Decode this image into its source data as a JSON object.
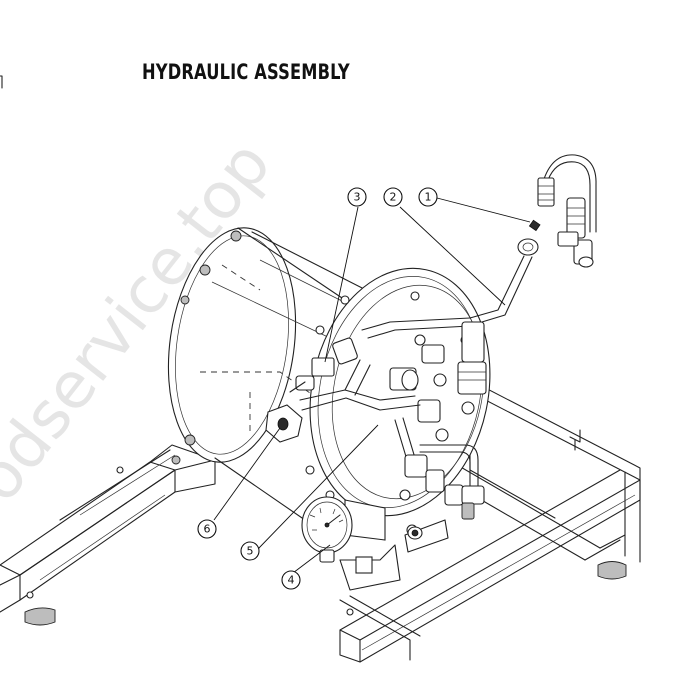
{
  "title": "HYDRAULIC ASSEMBLY",
  "watermark": "odservice.top",
  "callouts": [
    {
      "id": "callout-1",
      "label": "1"
    },
    {
      "id": "callout-2",
      "label": "2"
    },
    {
      "id": "callout-3",
      "label": "3"
    },
    {
      "id": "callout-4",
      "label": "4"
    },
    {
      "id": "callout-5",
      "label": "5"
    },
    {
      "id": "callout-6",
      "label": "6"
    }
  ]
}
